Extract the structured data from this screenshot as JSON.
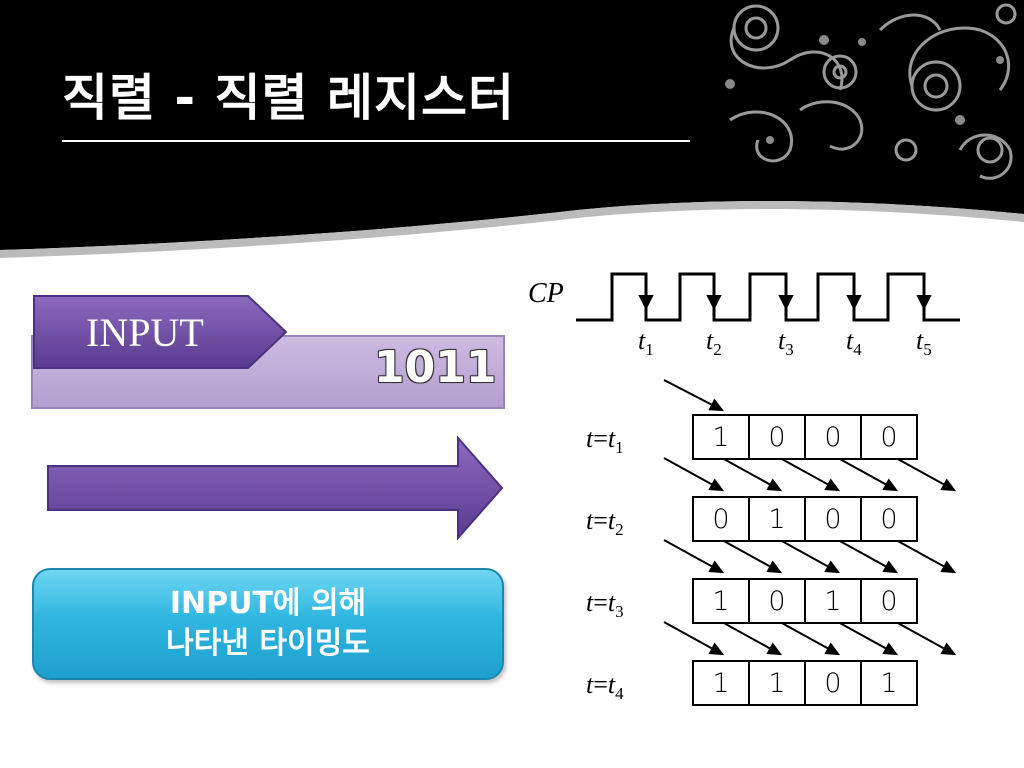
{
  "slide": {
    "title": "직렬 - 직렬 레지스터"
  },
  "input_box": {
    "label": "INPUT",
    "value": "1011"
  },
  "callout": {
    "line1": "INPUT에 의해",
    "line2": "나타낸 타이밍도"
  },
  "clock": {
    "label": "CP",
    "ticks": [
      {
        "var": "t",
        "sub": "1"
      },
      {
        "var": "t",
        "sub": "2"
      },
      {
        "var": "t",
        "sub": "3"
      },
      {
        "var": "t",
        "sub": "4"
      },
      {
        "var": "t",
        "sub": "5"
      }
    ]
  },
  "register_states": [
    {
      "lhs": "t",
      "eq": "=",
      "var": "t",
      "sub": "1",
      "bits": [
        "1",
        "0",
        "0",
        "0"
      ]
    },
    {
      "lhs": "t",
      "eq": "=",
      "var": "t",
      "sub": "2",
      "bits": [
        "0",
        "1",
        "0",
        "0"
      ]
    },
    {
      "lhs": "t",
      "eq": "=",
      "var": "t",
      "sub": "3",
      "bits": [
        "1",
        "0",
        "1",
        "0"
      ]
    },
    {
      "lhs": "t",
      "eq": "=",
      "var": "t",
      "sub": "4",
      "bits": [
        "1",
        "1",
        "0",
        "1"
      ]
    }
  ],
  "colors": {
    "header": "#000000",
    "purple_dark": "#6a4a9c",
    "purple_light": "#bfaad8",
    "callout_blue": "#2fb6e0"
  }
}
